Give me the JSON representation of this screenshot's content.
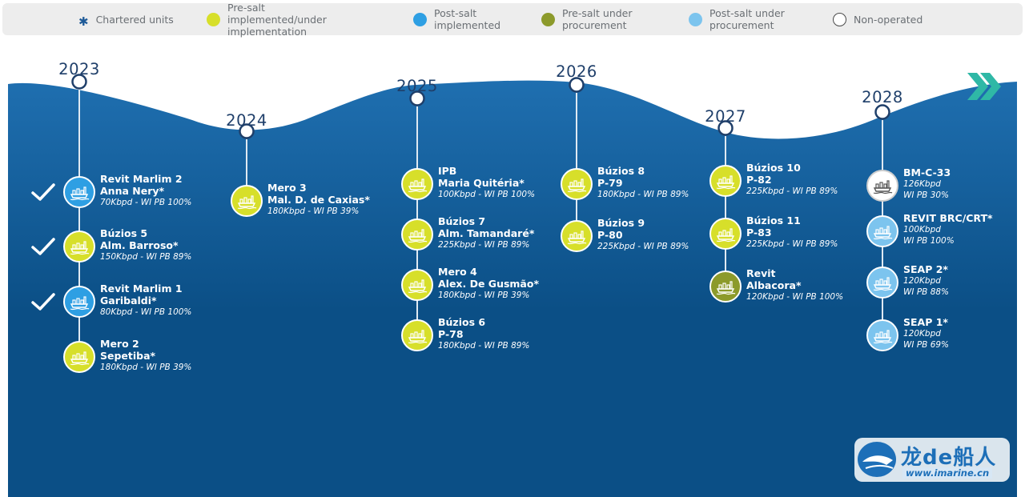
{
  "legend": [
    {
      "type": "star",
      "text": "Chartered units"
    },
    {
      "type": "pre-salt-implemented",
      "text": "Pre-salt implemented/under implementation"
    },
    {
      "type": "post-salt-implemented",
      "text": "Post-salt implemented"
    },
    {
      "type": "pre-salt-procurement",
      "text": "Pre-salt under procurement"
    },
    {
      "type": "post-salt-procurement",
      "text": "Post-salt under procurement"
    },
    {
      "type": "non-operated",
      "text": "Non-operated"
    }
  ],
  "colors": {
    "pre-salt-implemented": "#d7df2a",
    "post-salt-implemented": "#2e9fe3",
    "pre-salt-procurement": "#8c9a2b",
    "post-salt-procurement": "#7cc4ee",
    "non-operated": "#ffffff",
    "ocean": "#0b4f86",
    "wave_top": "#1f6fb0"
  },
  "years": [
    {
      "year": "2023",
      "units": [
        {
          "name1": "Revit Marlim 2",
          "name2": "Anna Nery*",
          "details": [
            "70Kbpd - WI PB 100%"
          ],
          "type": "post-salt-implemented",
          "done": true
        },
        {
          "name1": "Búzios 5",
          "name2": "Alm. Barroso*",
          "details": [
            "150Kbpd - WI PB 89%"
          ],
          "type": "pre-salt-implemented",
          "done": true
        },
        {
          "name1": "Revit Marlim 1",
          "name2": "Garibaldi*",
          "details": [
            "80Kbpd - WI PB 100%"
          ],
          "type": "post-salt-implemented",
          "done": true
        },
        {
          "name1": "Mero 2",
          "name2": "Sepetiba*",
          "details": [
            "180Kbpd - WI PB 39%"
          ],
          "type": "pre-salt-implemented",
          "done": false
        }
      ]
    },
    {
      "year": "2024",
      "units": [
        {
          "name1": "Mero 3",
          "name2": "Mal. D. de Caxias*",
          "details": [
            "180Kbpd - WI PB 39%"
          ],
          "type": "pre-salt-implemented",
          "done": false
        }
      ]
    },
    {
      "year": "2025",
      "units": [
        {
          "name1": "IPB",
          "name2": "Maria Quitéria*",
          "details": [
            "100Kbpd - WI PB 100%"
          ],
          "type": "pre-salt-implemented",
          "done": false
        },
        {
          "name1": "Búzios 7",
          "name2": "Alm. Tamandaré*",
          "details": [
            "225Kbpd - WI PB 89%"
          ],
          "type": "pre-salt-implemented",
          "done": false
        },
        {
          "name1": "Mero 4",
          "name2": "Alex. De Gusmão*",
          "details": [
            "180Kbpd - WI PB 39%"
          ],
          "type": "pre-salt-implemented",
          "done": false
        },
        {
          "name1": "Búzios 6",
          "name2": "P-78",
          "details": [
            "180Kbpd - WI PB 89%"
          ],
          "type": "pre-salt-implemented",
          "done": false
        }
      ]
    },
    {
      "year": "2026",
      "units": [
        {
          "name1": "Búzios 8",
          "name2": "P-79",
          "details": [
            "180Kbpd - WI PB 89%"
          ],
          "type": "pre-salt-implemented",
          "done": false
        },
        {
          "name1": "Búzios 9",
          "name2": "P-80",
          "details": [
            "225Kbpd - WI PB 89%"
          ],
          "type": "pre-salt-implemented",
          "done": false
        }
      ]
    },
    {
      "year": "2027",
      "units": [
        {
          "name1": "Búzios 10",
          "name2": "P-82",
          "details": [
            "225Kbpd - WI PB 89%"
          ],
          "type": "pre-salt-implemented",
          "done": false
        },
        {
          "name1": "Búzios 11",
          "name2": "P-83",
          "details": [
            "225Kbpd - WI PB 89%"
          ],
          "type": "pre-salt-implemented",
          "done": false
        },
        {
          "name1": "Revit",
          "name2": "Albacora*",
          "details": [
            "120Kbpd - WI PB 100%"
          ],
          "type": "pre-salt-procurement",
          "done": false
        }
      ]
    },
    {
      "year": "2028",
      "units": [
        {
          "name1": "BM-C-33",
          "name2": "",
          "details": [
            "126Kbpd",
            "WI PB 30%"
          ],
          "type": "non-operated",
          "done": false
        },
        {
          "name1": "REVIT BRC/CRT*",
          "name2": "",
          "details": [
            "100Kbpd",
            "WI PB 100%"
          ],
          "type": "post-salt-procurement",
          "done": false
        },
        {
          "name1": "SEAP 2*",
          "name2": "",
          "details": [
            "120Kbpd",
            "WI PB 88%"
          ],
          "type": "post-salt-procurement",
          "done": false
        },
        {
          "name1": "SEAP 1*",
          "name2": "",
          "details": [
            "120Kbpd",
            "WI PB 69%"
          ],
          "type": "post-salt-procurement",
          "done": false
        }
      ]
    }
  ],
  "watermark": {
    "brand": "龙de船人",
    "url": "www.imarine.cn"
  }
}
